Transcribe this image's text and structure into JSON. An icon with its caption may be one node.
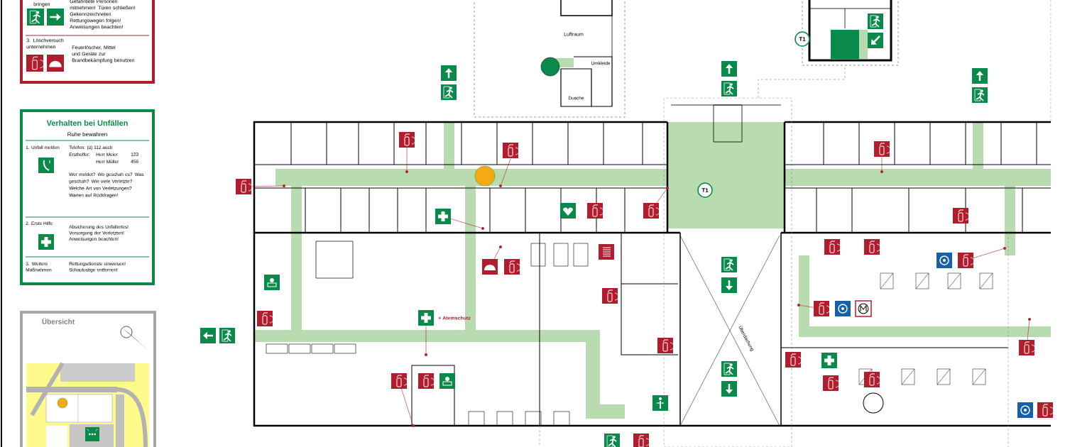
{
  "diagram": {
    "nodes": [
      {
        "text": [
          "bringen",
          "Gefährdete Personen mitnehmen! Türen schließen! Gekennzeichneten Rettungswegen folgen! Anweisungen beachten!",
          "3. Löschversuch unternehmen",
          "Feuerlöscher, Mittel und Geräte zur Brandbekämpfung benutzen"
        ]
      },
      {
        "text": [
          "Verhalten bei Unfällen",
          "Ruhe bewahren",
          "1. Unfall melden",
          "Telefon: (0) 112 auch",
          "Ersthelfer:",
          "Herr Meier",
          "123",
          "Herr Müller",
          "456",
          "Wer meldet? Wo geschah es? Was geschah? Wie viele Verletzte? Welche Art von Verletzungen? Warten auf Rückfragen!",
          "2. Erste Hilfe",
          "Absicherung des Unfallortes! Versorgung der Verletzten! Anweisungen beachten!",
          "3. Weitere Maßnahmen",
          "Rettungsdienste einweisen! Schaulustige entfernen!"
        ]
      },
      {
        "text": [
          "Übersicht"
        ]
      },
      {
        "text": [
          "Luftraum"
        ]
      },
      {
        "text": [
          "Umkleide"
        ],
        "in": 3
      },
      {
        "text": [
          "Dusche"
        ],
        "in": 3
      },
      {
        "text": [
          "T1"
        ]
      },
      {
        "text": [
          "T1"
        ]
      },
      {
        "text": [
          "Überdachung"
        ]
      }
    ],
    "labels": [
      "+ Atemschutz"
    ]
  }
}
